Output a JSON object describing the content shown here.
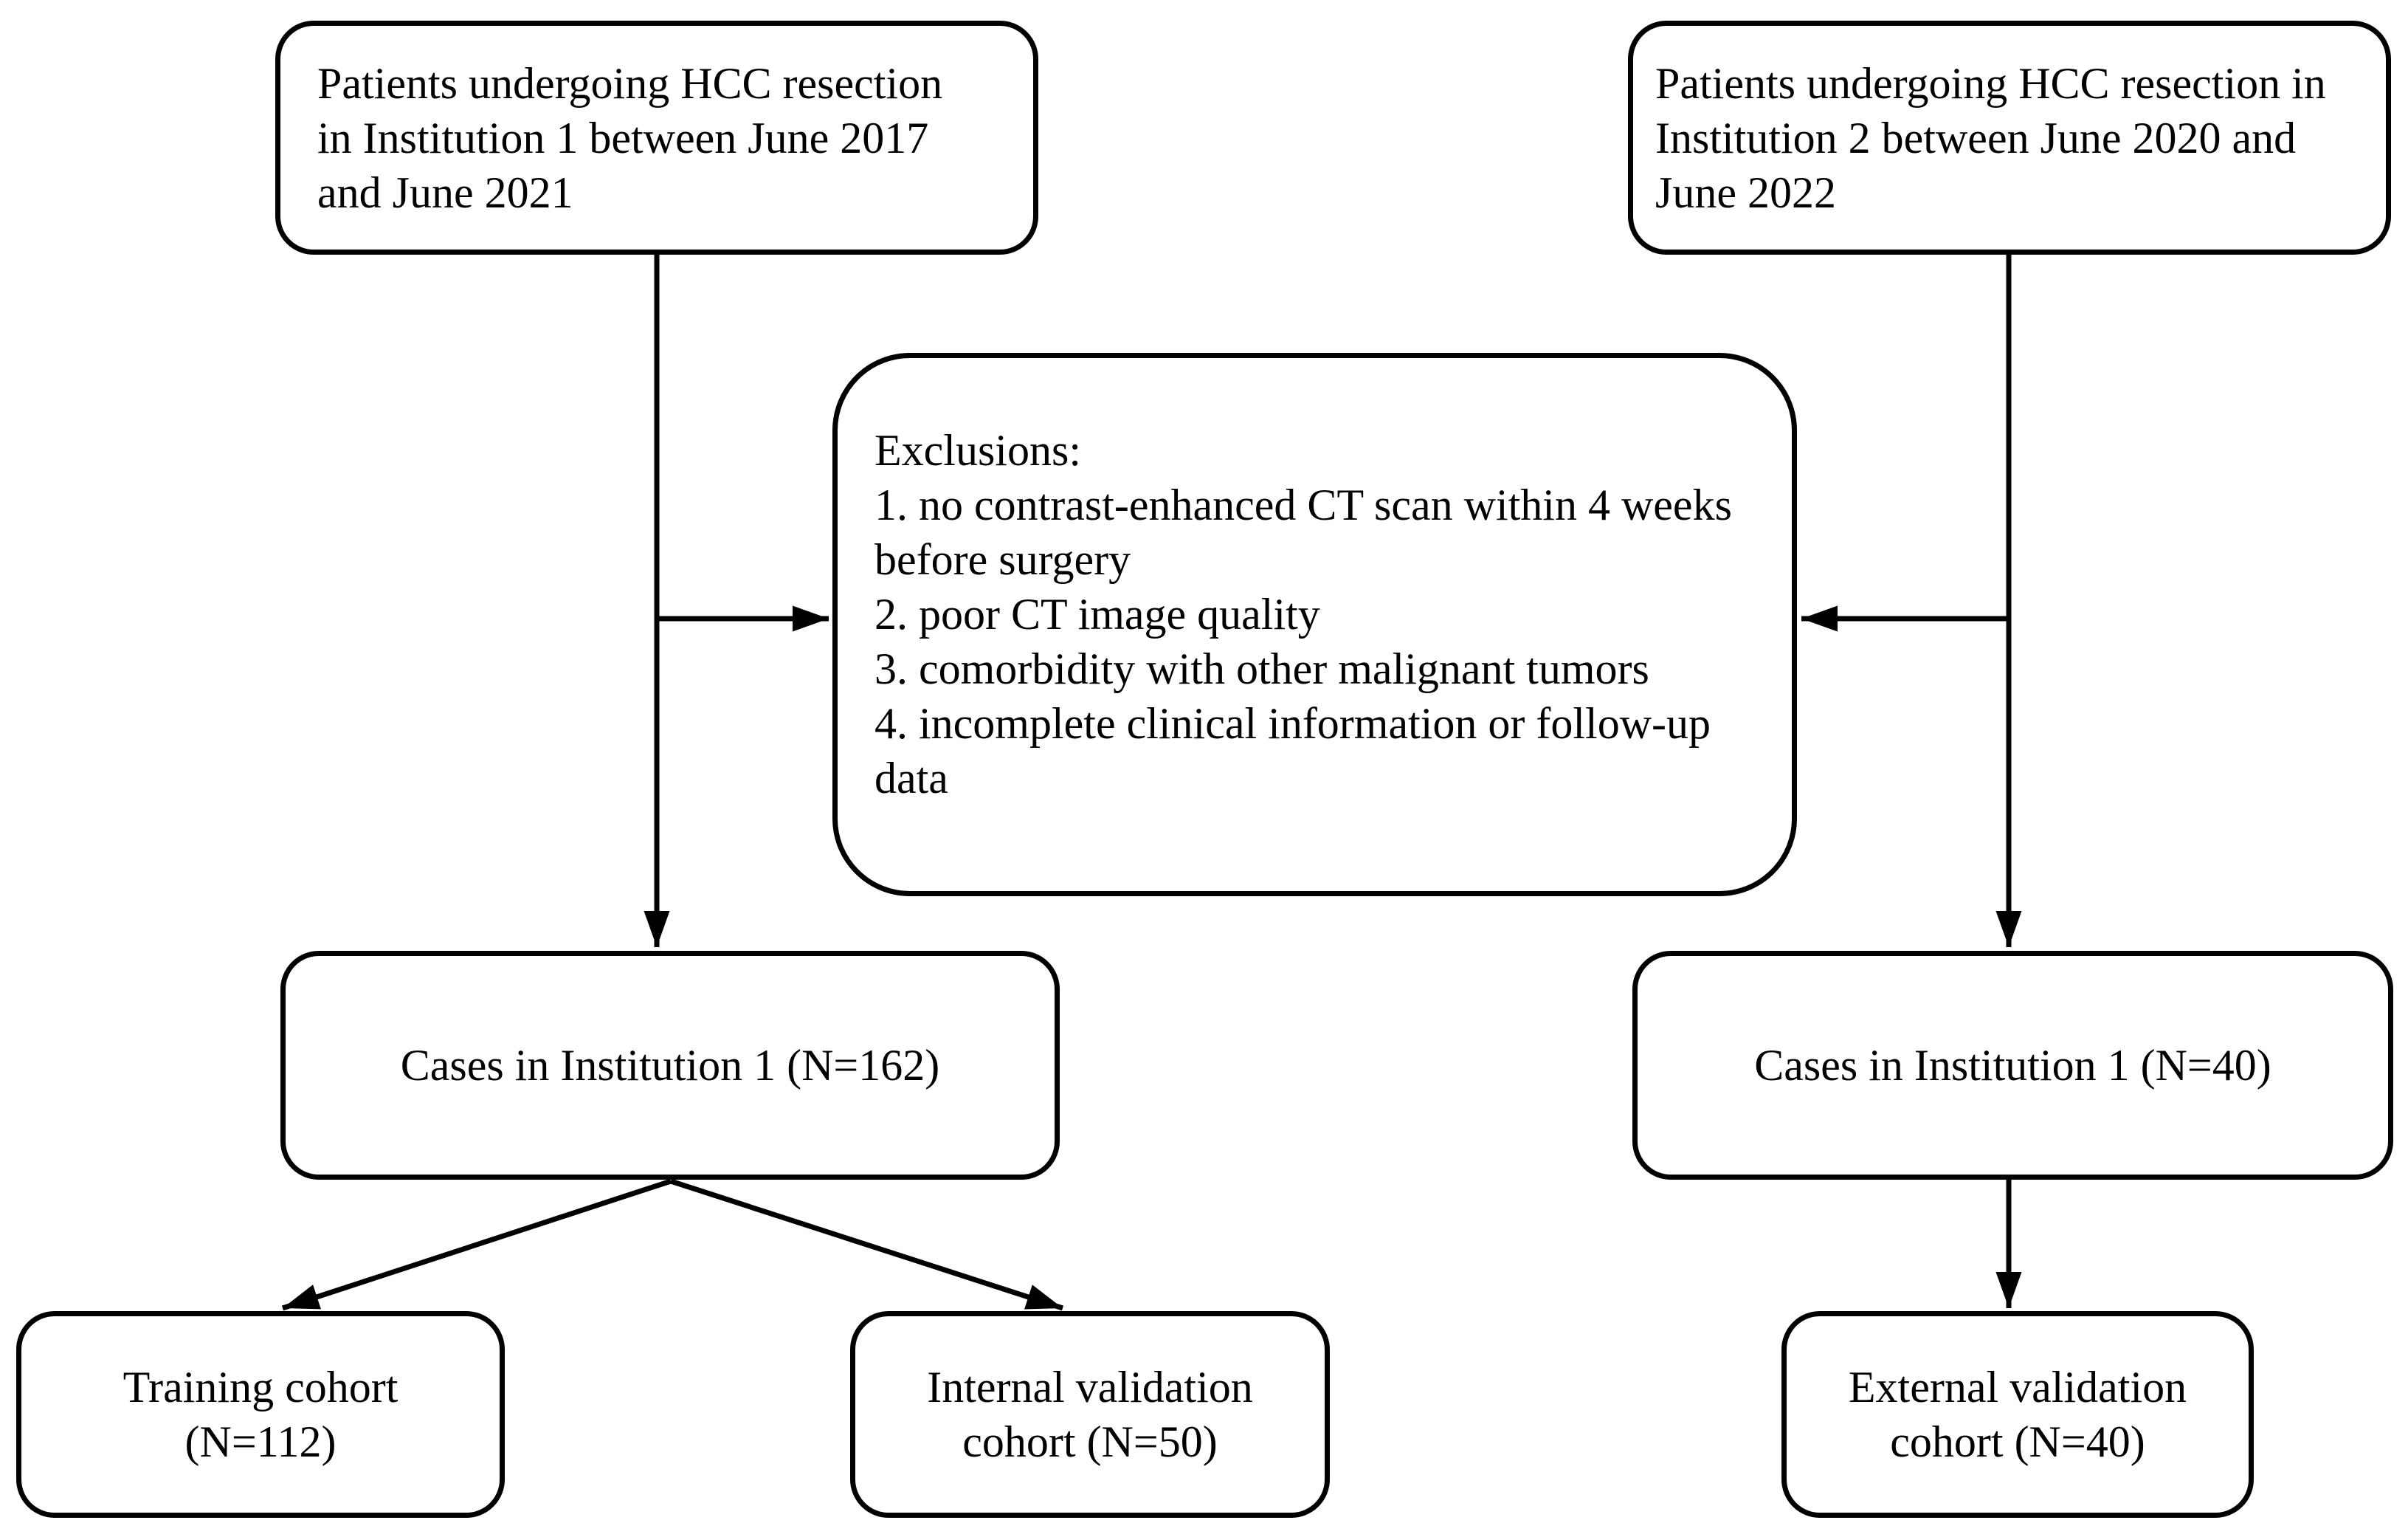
{
  "diagram": {
    "background_color": "#ffffff",
    "line_color": "#000000",
    "boxes": {
      "institution1": {
        "lines": [
          "Patients undergoing HCC resection",
          "in Institution 1 between June 2017",
          "and June 2021"
        ]
      },
      "institution2": {
        "lines": [
          "Patients undergoing HCC resection in",
          "Institution 2 between June 2020 and",
          "June 2022"
        ]
      },
      "exclusions": {
        "lines": [
          "Exclusions:",
          "1. no contrast-enhanced CT scan within 4 weeks",
          "before surgery",
          "2. poor CT image quality",
          "3. comorbidity with other malignant tumors",
          "4. incomplete clinical information or follow-up",
          "data"
        ]
      },
      "cases1": {
        "label": "Cases in Institution 1 (N=162)"
      },
      "cases2": {
        "label": "Cases in Institution 1 (N=40)"
      },
      "training": {
        "lines": [
          "Training cohort",
          "(N=112)"
        ]
      },
      "internal_validation": {
        "lines": [
          "Internal validation",
          "cohort (N=50)"
        ]
      },
      "external_validation": {
        "lines": [
          "External validation",
          "cohort (N=40)"
        ]
      }
    }
  }
}
